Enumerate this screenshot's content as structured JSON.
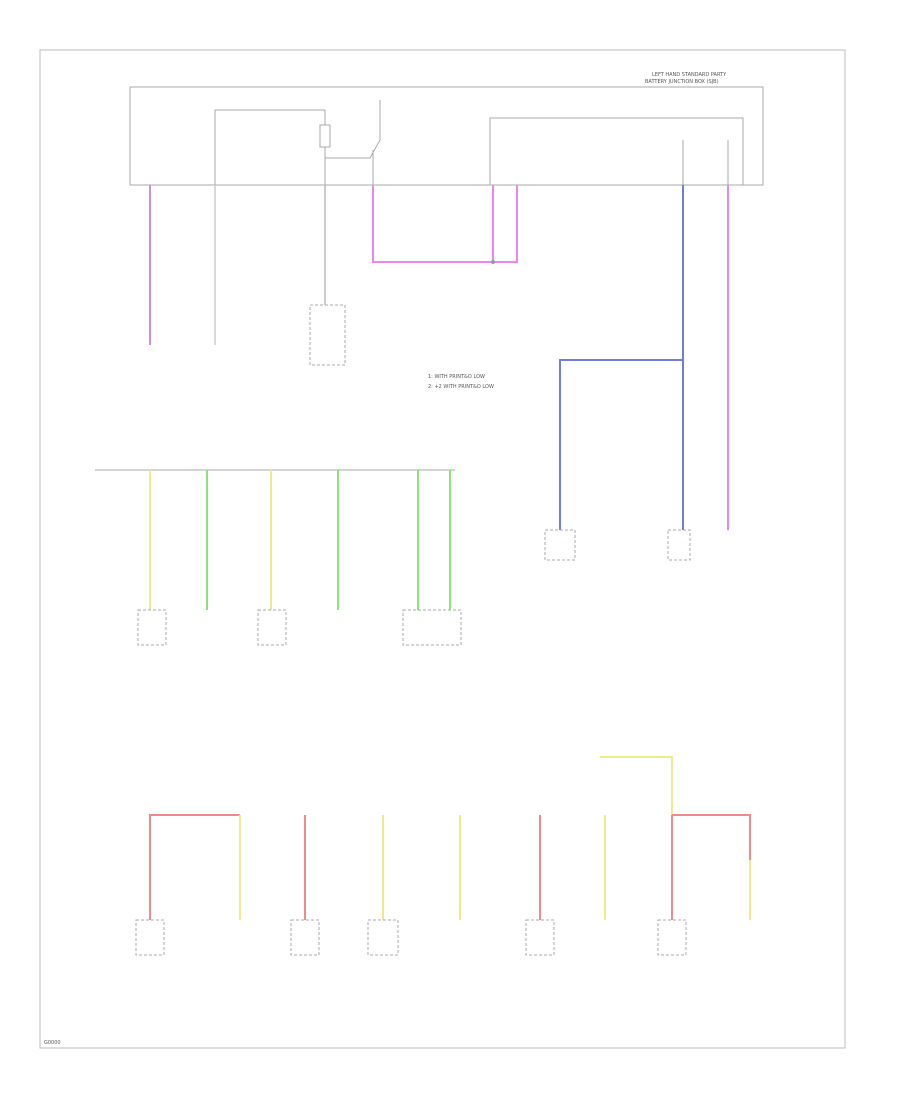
{
  "title": "",
  "header": {
    "panel_label_1": "LEFT HAND STANDARD PARTY",
    "panel_label_2": "BATTERY JUNCTION BOX (SJB)"
  },
  "legend": {
    "line1": "1: WITH PRINT&O LOW",
    "line2": "2: +2 WITH PRINT&O LOW"
  },
  "footer": {
    "code": "G0000"
  },
  "colors": {
    "pink": "#d58ce0",
    "magenta": "#ee82ee",
    "blue": "#6f7fd6",
    "green": "#8fe07f",
    "yellow": "#ecec8a",
    "red": "#f08a8a",
    "ground": "#888888"
  }
}
